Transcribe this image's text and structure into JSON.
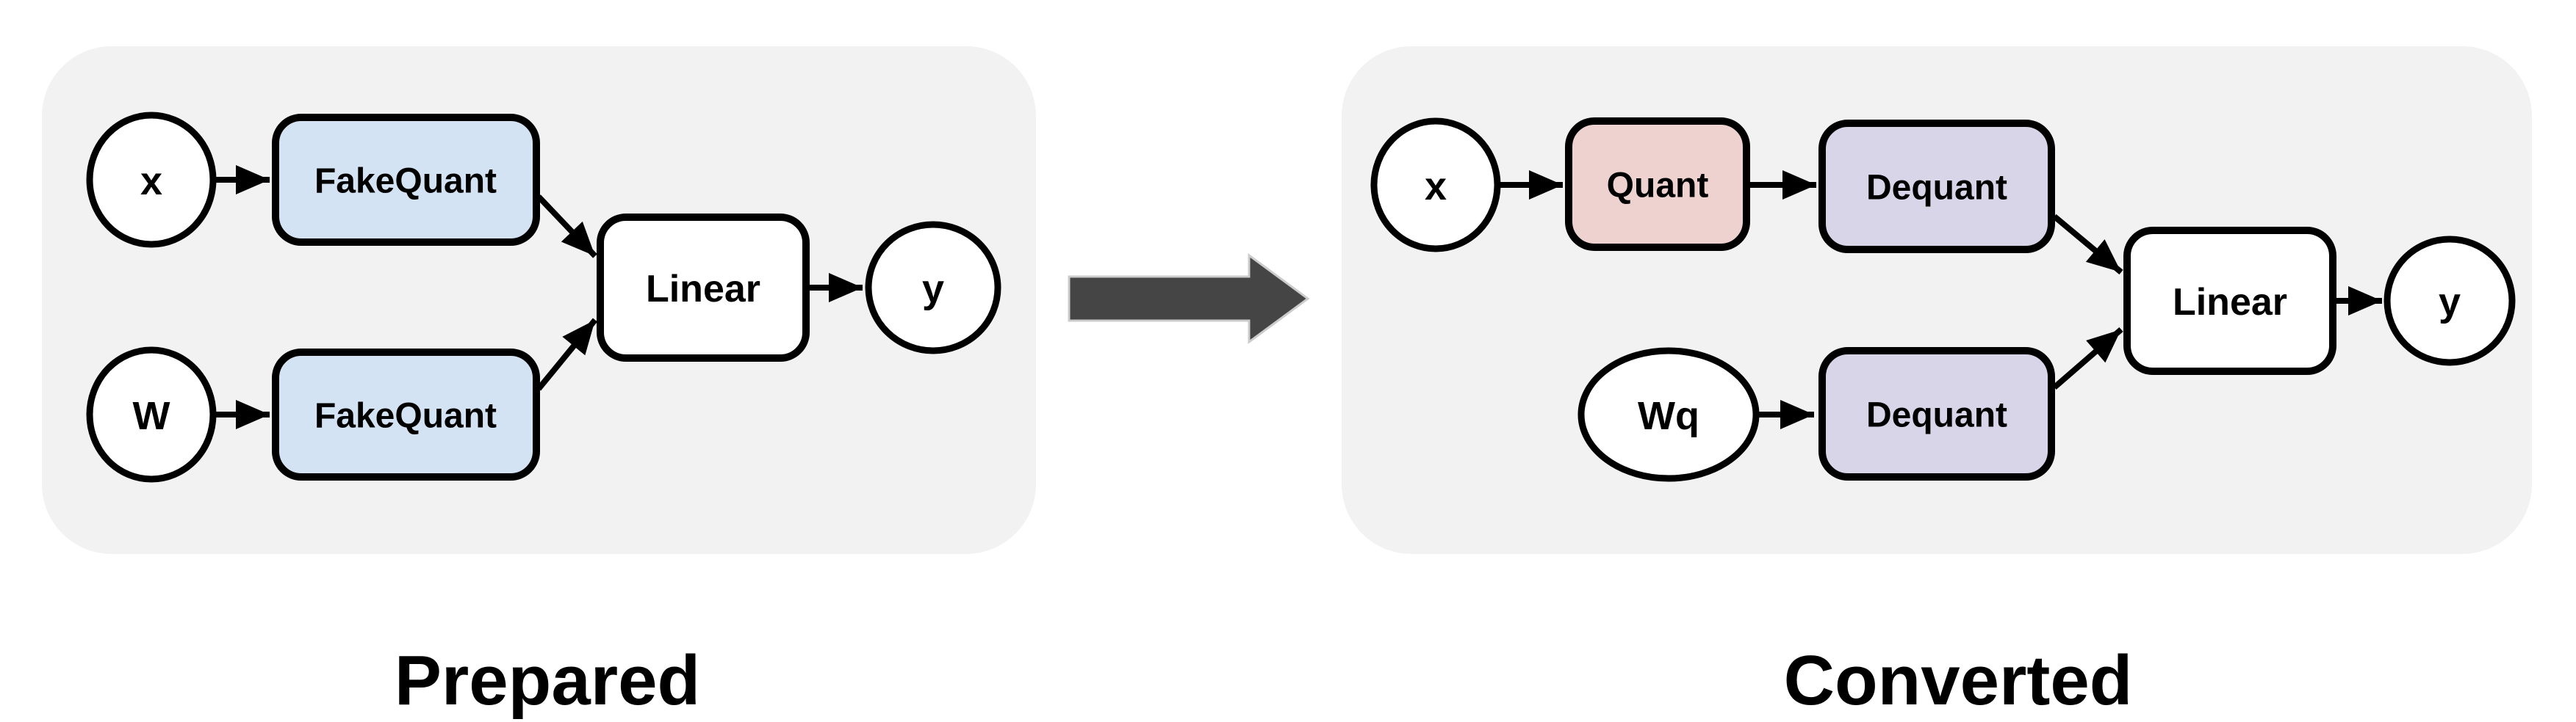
{
  "colors": {
    "panel_bg": "#f2f2f2",
    "fakequant_fill": "#d4e3f3",
    "quant_fill": "#eed2d0",
    "dequant_fill": "#d9d5e8",
    "node_fill": "#ffffff",
    "stroke": "#000000",
    "transform_arrow": "#454545"
  },
  "left": {
    "title": "Prepared",
    "nodes": {
      "x": "x",
      "w": "W",
      "fq_top": "FakeQuant",
      "fq_bottom": "FakeQuant",
      "linear": "Linear",
      "y": "y"
    }
  },
  "right": {
    "title": "Converted",
    "nodes": {
      "x": "x",
      "wq": "Wq",
      "quant": "Quant",
      "dequant_top": "Dequant",
      "dequant_bottom": "Dequant",
      "linear": "Linear",
      "y": "y"
    }
  }
}
